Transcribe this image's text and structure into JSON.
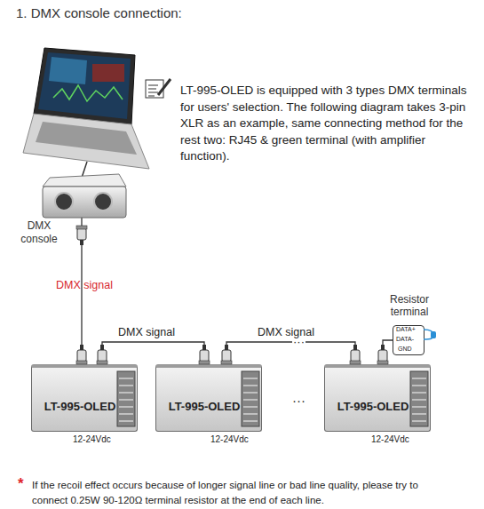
{
  "diagram": {
    "title": "1. DMX console connection:",
    "nodes": [
      {
        "text": [
          "DMX console"
        ]
      },
      {
        "text": [
          "LT-995-OLED"
        ]
      },
      {
        "text": [
          "LT-995-OLED"
        ]
      },
      {
        "text": [
          "LT-995-OLED"
        ]
      },
      {
        "text": [
          "Resistor terminal"
        ]
      }
    ],
    "edges": [
      {
        "from": 0,
        "to": 1,
        "label": "DMX signal",
        "arrow": "none"
      },
      {
        "from": 1,
        "to": 2,
        "label": "DMX signal",
        "arrow": "none"
      },
      {
        "from": 2,
        "to": 3,
        "label": "DMX signal",
        "arrow": "none"
      },
      {
        "from": 3,
        "to": 4,
        "arrow": "none"
      }
    ],
    "labels": [
      "LT-995-OLED is equipped with 3 types DMX terminals for users' selection. The following diagram takes 3-pin XLR as an example, same connecting method for the rest two: RJ45 & green terminal (with amplifier function).",
      "12-24Vdc",
      "12-24Vdc",
      "12-24Vdc",
      "···",
      "···",
      "DATA+",
      "DATA-",
      "GND",
      "*",
      "If the recoil effect occurs because of longer signal line or bad line quality, please try to connect 0.25W 90-120Ω terminal resistor at the end of each line."
    ]
  }
}
